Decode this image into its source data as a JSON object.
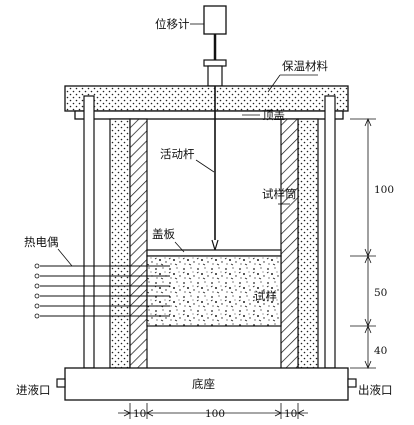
{
  "labels": {
    "displacement_meter": "位移计",
    "insulation": "保温材料",
    "top_cover": "顶盖",
    "piston_rod": "活动杆",
    "sample_tube": "试样筒",
    "cover_plate": "盖板",
    "thermocouple": "热电偶",
    "sample": "试样",
    "base": "底座",
    "inlet": "进液口",
    "outlet": "出液口"
  },
  "dimensions": {
    "height_upper": "100",
    "height_sample": "50",
    "height_lower": "40",
    "width_wall_left": "10",
    "width_inner": "100",
    "width_wall_right": "10"
  },
  "thermocouple_count": 6
}
